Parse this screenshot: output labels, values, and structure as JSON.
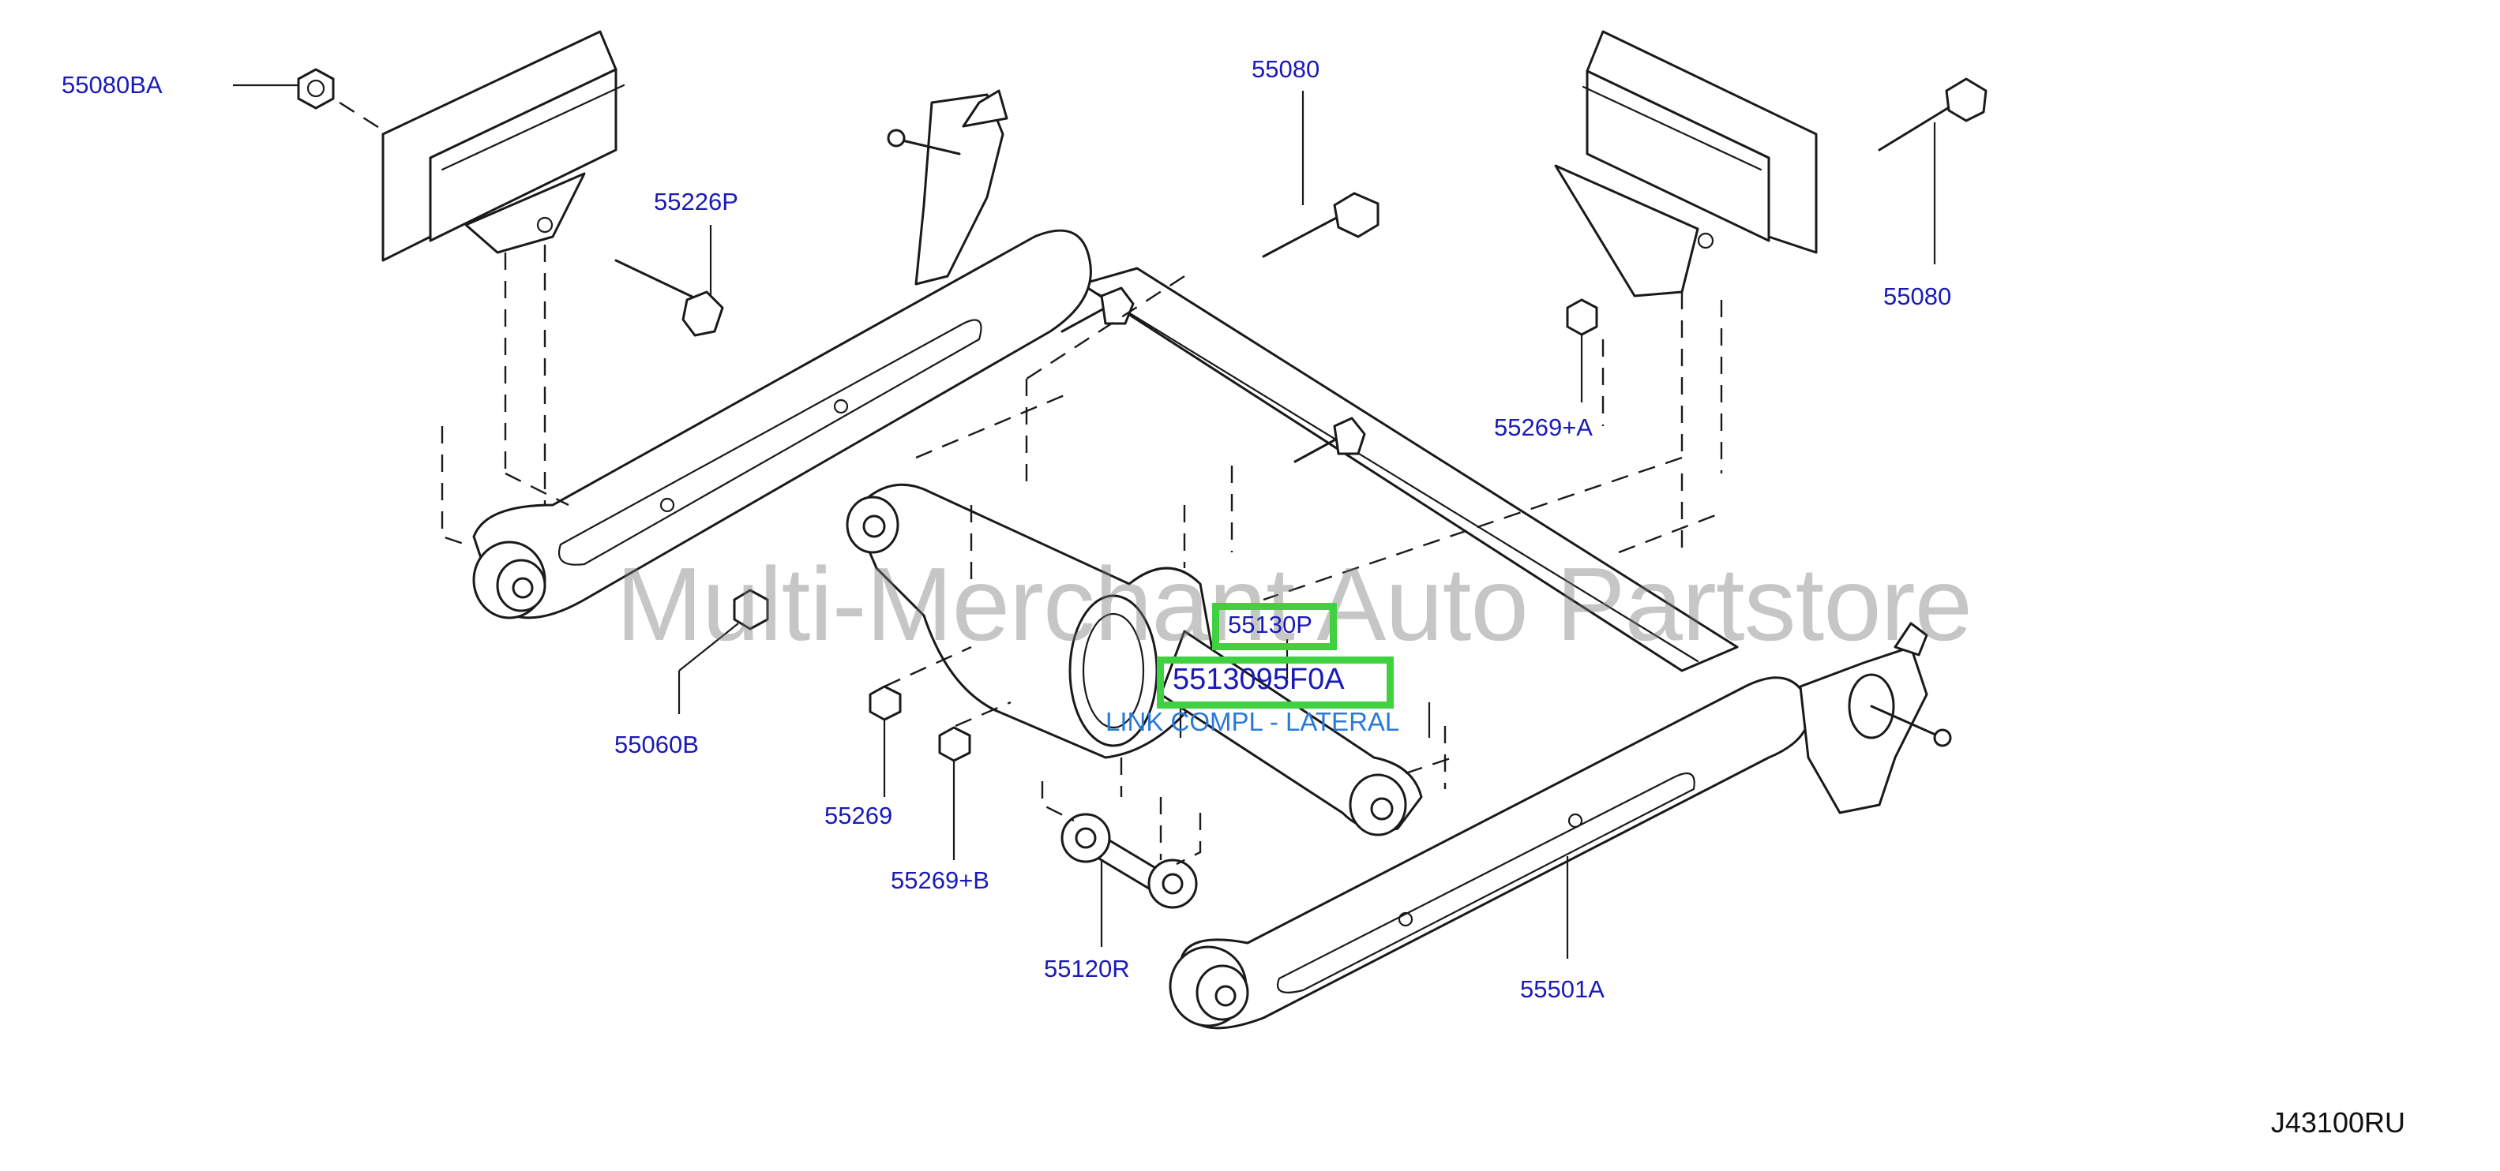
{
  "labels": {
    "p55080BA": "55080BA",
    "p55226P": "55226P",
    "p55080_top": "55080",
    "p55080_right": "55080",
    "p55269A": "55269+A",
    "p55130P": "55130P",
    "p5513095F0A": "5513095F0A",
    "p55060B": "55060B",
    "p55269": "55269",
    "p55269B": "55269+B",
    "p55120R": "55120R",
    "p55501A": "55501A"
  },
  "description": "LINK COMPL - LATERAL",
  "watermark": "Multi-Merchant Auto Partstore",
  "diagram_ref": "J43100RU",
  "colors": {
    "label": "#1a1ab8",
    "description": "#2a7ad8",
    "highlight": "#3fd13f",
    "line": "#1a1a1a"
  }
}
